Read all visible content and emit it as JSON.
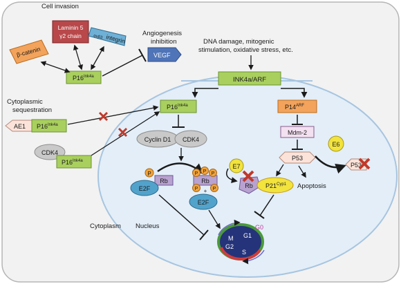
{
  "labels": {
    "cell_invasion": "Cell invasion",
    "laminin_line1": "Laminin 5",
    "laminin_line2": "γ2 chain",
    "integrin_sub": "αvβ3",
    "integrin_main": "integrin",
    "beta_catenin": "β-catenin",
    "p16_main": "P16",
    "ink4a_sup": "Ink4a",
    "angio_line1": "Angiogenesis",
    "angio_line2": "inhibition",
    "vegf": "VEGF",
    "dna_line1": "DNA damage, mitogenic",
    "dna_line2": "stimulation, oxidative stress, etc.",
    "ink4a_arf": "INK4a/ARF",
    "cyto_line1": "Cytoplasmic",
    "cyto_line2": "sequestration",
    "ae1": "AE1",
    "cdk4": "CDK4",
    "cyclin_d1": "Cyclin D1",
    "p14": "P14",
    "arf_sup": "ARF",
    "mdm2": "Mdm-2",
    "e6": "E6",
    "e7": "E7",
    "p53": "P53",
    "p21": "P21",
    "cyp1_sup": "Cyp1",
    "apoptosis": "Apoptosis",
    "rb": "Rb",
    "e2f": "E2F",
    "phos": "P",
    "plus": "+",
    "cytoplasm": "Cytoplasm",
    "nucleus": "Nucleus",
    "phase_g0": "G0",
    "phase_g1": "G1",
    "phase_g2": "G2",
    "phase_m": "M",
    "phase_s": "S"
  },
  "colors": {
    "green_box": "#a9cf5e",
    "green_border": "#6c9330",
    "orange_box": "#f3a35b",
    "red_box": "#b8484a",
    "blue_box": "#6fb0d6",
    "vegf": "#4f74b8",
    "nucleus_fill": "#e3eef8",
    "nucleus_edge": "#a7c5e0",
    "yellow": "#f2e33d",
    "lavender": "#b8a2cf",
    "e2f": "#52a3cc",
    "grey": "#c9c9c9",
    "inhibit_x": "#c0392b"
  }
}
